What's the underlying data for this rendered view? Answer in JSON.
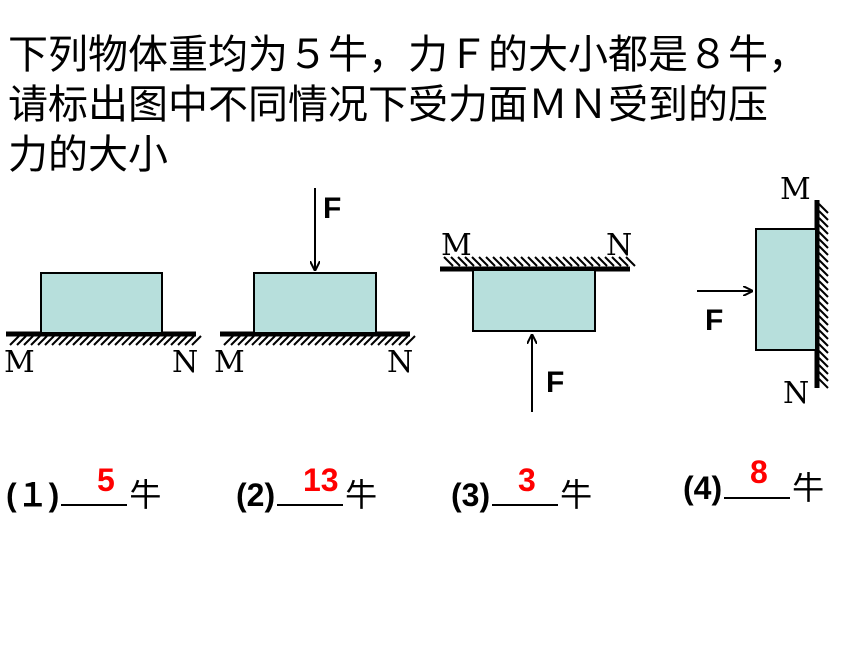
{
  "question": {
    "line1": "下列物体重均为５牛，力Ｆ的大小都是８牛，",
    "line2": "请标出图中不同情况下受力面ＭＮ受到的压",
    "line3": "力的大小"
  },
  "figures": [
    {
      "id": 1,
      "label_m": "M",
      "label_n": "N"
    },
    {
      "id": 2,
      "label_m": "M",
      "label_n": "N",
      "force": "F"
    },
    {
      "id": 3,
      "label_m": "M",
      "label_n": "N",
      "force": "F"
    },
    {
      "id": 4,
      "label_m": "M",
      "label_n": "N",
      "force": "F"
    }
  ],
  "answers": [
    {
      "prefix": "(１)",
      "value": "5",
      "unit": "牛"
    },
    {
      "prefix": "(2)",
      "value": "13",
      "unit": "牛"
    },
    {
      "prefix": "(3)",
      "value": "3",
      "unit": "牛"
    },
    {
      "prefix": "(4)",
      "value": "8",
      "unit": "牛"
    }
  ],
  "colors": {
    "block_fill": "#b7dfdc",
    "answer": "#ff0000",
    "ink": "#000000"
  }
}
